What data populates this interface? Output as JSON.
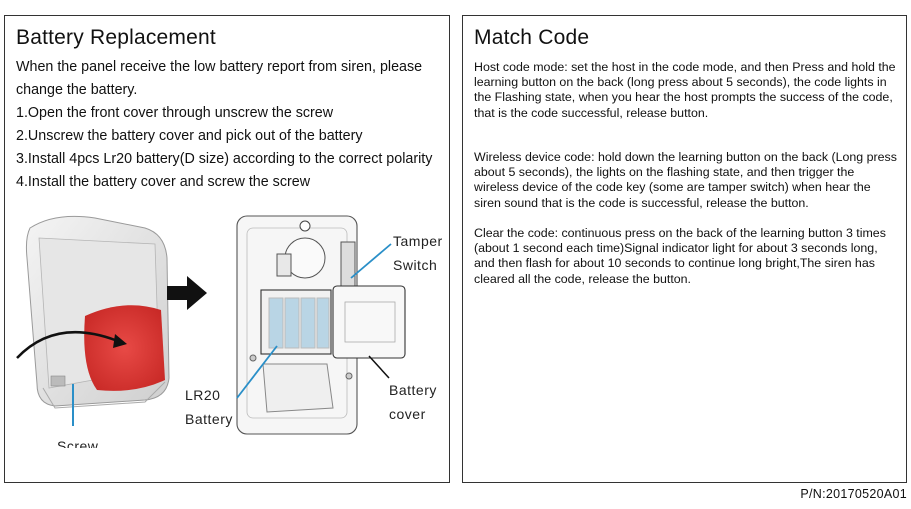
{
  "left": {
    "title": "Battery Replacement",
    "intro": "When the panel receive the low battery report from siren, please change the battery.",
    "steps": [
      "1.Open the front cover through unscrew the screw",
      "2.Unscrew the battery cover and pick out of the battery",
      "3.Install 4pcs Lr20 battery(D size) according to the correct polarity",
      "4.Install the battery cover and screw the screw"
    ],
    "labels": {
      "tamper_line1": "Tamper",
      "tamper_line2": "Switch",
      "lr20_line1": "LR20",
      "lr20_line2": "Battery",
      "cover_line1": "Battery",
      "cover_line2": "cover",
      "screw": "Screw"
    }
  },
  "right": {
    "title": "Match Code",
    "paragraphs": [
      "Host code mode: set the host in the code mode, and then Press and hold the learning button on the back (long press about 5 seconds), the code lights in the Flashing state, when you hear the host prompts the success of the code, that is the code successful, release button.",
      "Wireless device code: hold down the learning button on the back (Long press about 5 seconds), the lights on the flashing state, and then trigger the wireless device of the code key (some are tamper switch) when hear the siren sound that is the code is successful, release the button.",
      "Clear the code: continuous press on the back of the learning button 3 times (about 1 second each time)Signal indicator light for about 3 seconds long, and then flash for about 10 seconds to continue long bright,The siren has cleared all the code, release the button."
    ]
  },
  "footer": {
    "part_number": "P/N:20170520A01"
  },
  "colors": {
    "siren_red": "#e23a36",
    "accent_blue": "#2a8fc8",
    "border": "#333333"
  }
}
